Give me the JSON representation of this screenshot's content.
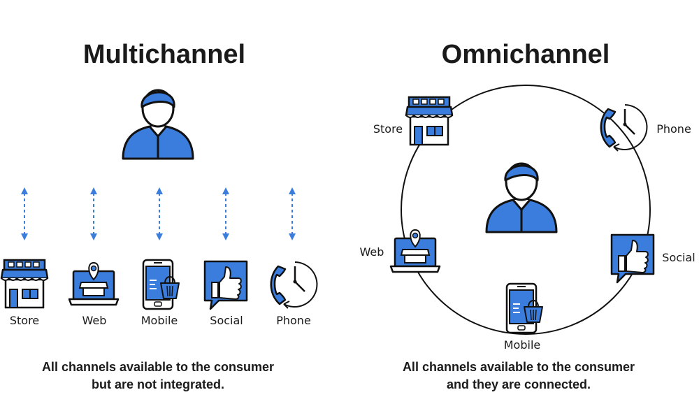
{
  "multichannel": {
    "title": "Multichannel",
    "channels": [
      {
        "label": "Store",
        "icon": "store-icon"
      },
      {
        "label": "Web",
        "icon": "laptop-web-icon"
      },
      {
        "label": "Mobile",
        "icon": "mobile-icon"
      },
      {
        "label": "Social",
        "icon": "thumbs-up-icon"
      },
      {
        "label": "Phone",
        "icon": "phone-clock-icon"
      }
    ],
    "caption_line1": "All channels available to the consumer",
    "caption_line2": "but are not integrated."
  },
  "omnichannel": {
    "title": "Omnichannel",
    "channels": [
      {
        "label": "Store",
        "icon": "store-icon"
      },
      {
        "label": "Phone",
        "icon": "phone-clock-icon"
      },
      {
        "label": "Web",
        "icon": "laptop-web-icon"
      },
      {
        "label": "Social",
        "icon": "thumbs-up-icon"
      },
      {
        "label": "Mobile",
        "icon": "mobile-icon"
      }
    ],
    "caption_line1": "All channels available to the consumer",
    "caption_line2": "and they are connected."
  },
  "colors": {
    "accent_blue": "#3b7ddd",
    "outline": "#111111",
    "arrow_blue": "#3b7ddd"
  }
}
